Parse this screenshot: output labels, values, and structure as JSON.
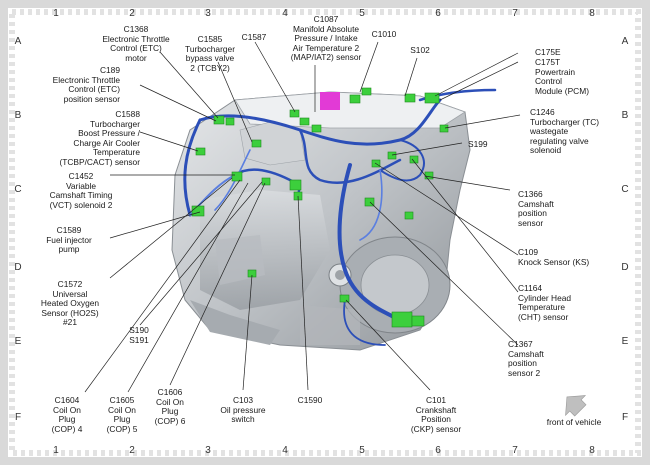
{
  "grid": {
    "columns": [
      "1",
      "2",
      "3",
      "4",
      "5",
      "6",
      "7",
      "8"
    ],
    "rows": [
      "A",
      "B",
      "C",
      "D",
      "E",
      "F"
    ]
  },
  "labels": {
    "c1368": "C1368\nElectronic Throttle\nControl (ETC)\nmotor",
    "c1585": "C1585\nTurbocharger\nbypass valve\n2 (TCBY2)",
    "c1587": "C1587",
    "c1087": "C1087\nManifold Absolute\nPressure / Intake\nAir Temperature 2\n(MAP/IAT2) sensor",
    "c1010": "C1010",
    "s102": "S102",
    "c175e": "C175E",
    "c175t": "C175T\nPowertrain\nControl\nModule (PCM)",
    "c189": "C189\nElectronic Throttle\nControl (ETC)\nposition sensor",
    "c1588": "C1588\nTurbocharger\nBoost Pressure /\nCharge Air Cooler\nTemperature\n(TCBP/CACT) sensor",
    "c1246": "C1246\nTurbocharger (TC)\nwastegate\nregulating valve\nsolenoid",
    "s199": "S199",
    "c1452": "C1452\nVariable\nCamshaft Timing\n(VCT) solenoid 2",
    "c1366": "C1366\nCamshaft\nposition\nsensor",
    "c1589": "C1589\nFuel injector\npump",
    "c109": "C109\nKnock Sensor (KS)",
    "c1572": "C1572\nUniversal\nHeated Oxygen\nSensor (HO2S)\n#21",
    "c1164": "C1164\nCylinder Head\nTemperature\n(CHT) sensor",
    "s190": "S190\nS191",
    "c1367": "C1367\nCamshaft\nposition\nsensor 2",
    "c1604": "C1604\nCoil On\nPlug\n(COP) 4",
    "c1605": "C1605\nCoil On\nPlug\n(COP) 5",
    "c1606": "C1606\nCoil On\nPlug\n(COP) 6",
    "c103": "C103\nOil pressure\nswitch",
    "c1590": "C1590",
    "c101": "C101\nCrankshaft\nPosition\n(CKP) sensor",
    "front": "front of vehicle"
  },
  "colors": {
    "harness": "#2c4fb8",
    "harness_light": "#5b7fe0",
    "connector": "#3ccf3c",
    "map_sensor": "#e23ad6",
    "engine": "#c9ccd0",
    "leader": "#222222",
    "frame": "#bfbfbf"
  }
}
